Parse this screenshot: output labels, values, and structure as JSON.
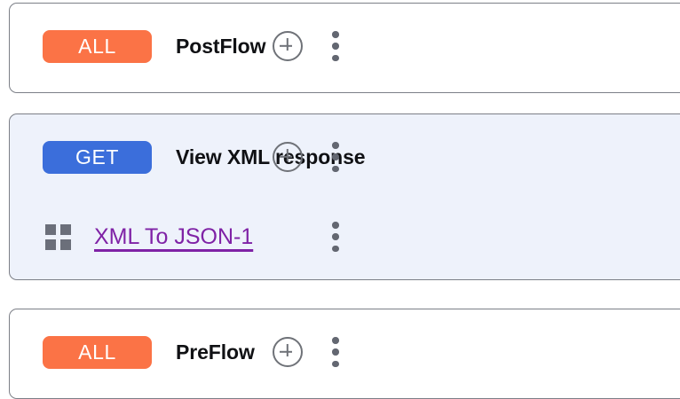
{
  "panel": {
    "name": "flow-list-panel"
  },
  "colors": {
    "badge_all": "#fb7346",
    "badge_get": "#3b6edb",
    "selected_background": "#eef2fb",
    "card_border": "#7c7f87",
    "policy_link": "#7f22a6",
    "icon_gray": "#6f7278"
  },
  "cards": [
    {
      "id": "postflow",
      "selected": false,
      "flow": {
        "method_label": "ALL",
        "method_color": "#fb7346",
        "name": "PostFlow",
        "add_icon": "plus-circle-icon",
        "menu_icon": "kebab-menu-icon"
      },
      "policies": []
    },
    {
      "id": "view-xml-response",
      "selected": true,
      "flow": {
        "method_label": "GET",
        "method_color": "#3b6edb",
        "name": "View XML response",
        "add_icon": "plus-circle-icon",
        "menu_icon": "kebab-menu-icon"
      },
      "policies": [
        {
          "icon": "policy-grid-icon",
          "name": "XML To JSON-1",
          "menu_icon": "kebab-menu-icon"
        }
      ]
    },
    {
      "id": "preflow",
      "selected": false,
      "flow": {
        "method_label": "ALL",
        "method_color": "#fb7346",
        "name": "PreFlow",
        "add_icon": "plus-circle-icon",
        "menu_icon": "kebab-menu-icon"
      },
      "policies": []
    }
  ]
}
